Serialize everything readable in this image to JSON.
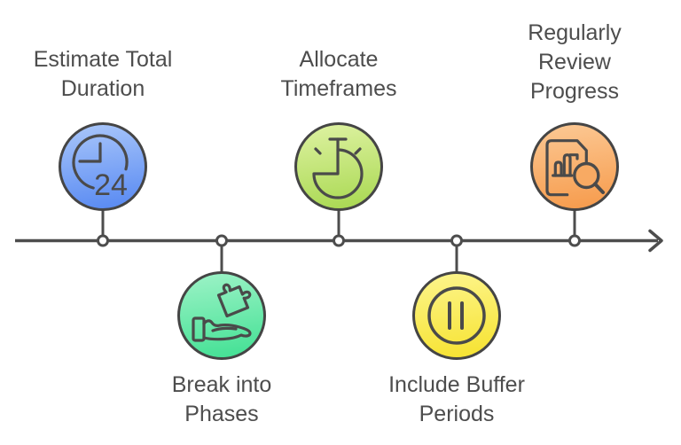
{
  "diagram": {
    "type": "timeline",
    "background": "#ffffff",
    "text_color": "#4d4d4d",
    "line_color": "#4d4d4d",
    "direction": "left-to-right",
    "steps": [
      {
        "label": "Estimate Total Duration",
        "lines": [
          "Estimate Total",
          "Duration"
        ],
        "icon": "clock-24-icon",
        "icon_text": "24",
        "side": "above",
        "color_top": "#aac7fa",
        "color_bottom": "#5688f2"
      },
      {
        "label": "Break into Phases",
        "lines": [
          "Break into",
          "Phases"
        ],
        "icon": "hand-puzzle-icon",
        "side": "below",
        "color_top": "#9df3c7",
        "color_bottom": "#41e093"
      },
      {
        "label": "Allocate Timeframes",
        "lines": [
          "Allocate",
          "Timeframes"
        ],
        "icon": "stopwatch-icon",
        "side": "above",
        "color_top": "#def2a2",
        "color_bottom": "#a8d850"
      },
      {
        "label": "Include Buffer Periods",
        "lines": [
          "Include Buffer",
          "Periods"
        ],
        "icon": "pause-icon",
        "side": "below",
        "color_top": "#fdf58d",
        "color_bottom": "#f6e22e"
      },
      {
        "label": "Regularly Review Progress",
        "lines": [
          "Regularly",
          "Review",
          "Progress"
        ],
        "icon": "document-search-icon",
        "side": "above",
        "color_top": "#fcc995",
        "color_bottom": "#f69a4a"
      }
    ]
  }
}
